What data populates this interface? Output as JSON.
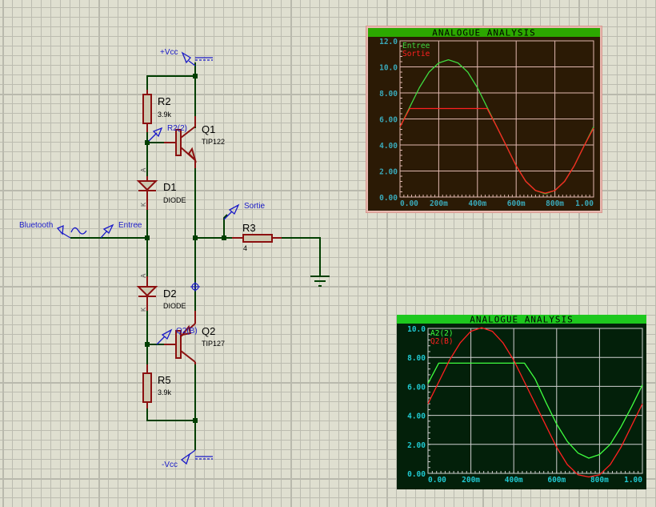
{
  "schematic": {
    "components": [
      {
        "ref": "R2",
        "value": "3.9k",
        "type": "resistor"
      },
      {
        "ref": "Q1",
        "value": "TIP122",
        "type": "npn-transistor",
        "probe": "R2(2)"
      },
      {
        "ref": "D1",
        "value": "DIODE",
        "type": "diode",
        "anode": "A",
        "cathode": "K"
      },
      {
        "ref": "D2",
        "value": "DIODE",
        "type": "diode",
        "anode": "A",
        "cathode": "K"
      },
      {
        "ref": "Q2",
        "value": "TIP127",
        "type": "pnp-transistor",
        "probe": "Q2(B)"
      },
      {
        "ref": "R5",
        "value": "3.9k",
        "type": "resistor"
      },
      {
        "ref": "R3",
        "value": "4",
        "type": "resistor"
      }
    ],
    "terminals": {
      "vcc_pos": "+Vcc",
      "vcc_neg": "-Vcc",
      "source": "Bluetooth"
    },
    "probes": {
      "input": "Entree",
      "output": "Sortie",
      "q1_base": "R2(2)",
      "q2_base": "Q2(B)"
    },
    "pin_labels": {
      "anode": "A",
      "cathode": "K"
    }
  },
  "graphs": [
    {
      "title": "ANALOGUE ANALYSIS",
      "legend": [
        {
          "name": "Entree",
          "color": "#3fd83f"
        },
        {
          "name": "Sortie",
          "color": "#ff2020"
        }
      ],
      "y_ticks": [
        "0.00",
        "2.00",
        "4.00",
        "6.00",
        "8.00",
        "10.0",
        "12.0"
      ],
      "x_ticks": [
        "0.00",
        "200m",
        "400m",
        "600m",
        "800m",
        "1.00"
      ]
    },
    {
      "title": "ANALOGUE ANALYSIS",
      "legend": [
        {
          "name": "A2(2)",
          "color": "#3fff3f"
        },
        {
          "name": "Q2(B)",
          "color": "#ff2020"
        }
      ],
      "y_ticks": [
        "0.00",
        "2.00",
        "4.00",
        "6.00",
        "8.00",
        "10.0"
      ],
      "x_ticks": [
        "0.00",
        "200m",
        "400m",
        "600m",
        "800m",
        "1.00"
      ]
    }
  ],
  "chart_data": [
    {
      "type": "line",
      "title": "ANALOGUE ANALYSIS",
      "xlabel": "",
      "ylabel": "",
      "xlim": [
        0,
        1.0
      ],
      "ylim": [
        0,
        12
      ],
      "grid": true,
      "legend": "top-left",
      "x": [
        0,
        0.05,
        0.1,
        0.15,
        0.2,
        0.25,
        0.3,
        0.35,
        0.4,
        0.45,
        0.5,
        0.55,
        0.6,
        0.65,
        0.7,
        0.75,
        0.8,
        0.85,
        0.9,
        0.95,
        1.0
      ],
      "series": [
        {
          "name": "Entree",
          "color": "#3fd83f",
          "values": [
            5.4,
            6.9,
            8.4,
            9.6,
            10.3,
            10.55,
            10.3,
            9.6,
            8.4,
            6.9,
            5.4,
            3.9,
            2.4,
            1.2,
            0.5,
            0.25,
            0.5,
            1.2,
            2.4,
            3.9,
            5.4
          ]
        },
        {
          "name": "Sortie",
          "color": "#ff2020",
          "values": [
            5.4,
            6.8,
            6.8,
            6.8,
            6.8,
            6.8,
            6.8,
            6.8,
            6.8,
            6.8,
            5.4,
            3.9,
            2.4,
            1.2,
            0.5,
            0.3,
            0.5,
            1.2,
            2.4,
            3.9,
            5.3
          ]
        }
      ]
    },
    {
      "type": "line",
      "title": "ANALOGUE ANALYSIS",
      "xlabel": "",
      "ylabel": "",
      "xlim": [
        0,
        1.0
      ],
      "ylim": [
        0,
        10
      ],
      "grid": true,
      "legend": "top-left",
      "x": [
        0,
        0.05,
        0.1,
        0.15,
        0.2,
        0.25,
        0.3,
        0.35,
        0.4,
        0.45,
        0.5,
        0.55,
        0.6,
        0.65,
        0.7,
        0.75,
        0.8,
        0.85,
        0.9,
        0.95,
        1.0
      ],
      "series": [
        {
          "name": "A2(2)",
          "color": "#3fff3f",
          "values": [
            6.2,
            7.6,
            7.6,
            7.6,
            7.6,
            7.6,
            7.6,
            7.6,
            7.6,
            7.6,
            6.5,
            4.9,
            3.4,
            2.2,
            1.4,
            1.05,
            1.3,
            2.0,
            3.2,
            4.6,
            6.1
          ]
        },
        {
          "name": "Q2(B)",
          "color": "#ff2020",
          "values": [
            4.8,
            6.3,
            7.8,
            9.0,
            9.8,
            10.05,
            9.8,
            9.0,
            7.8,
            6.3,
            4.8,
            3.3,
            1.8,
            0.6,
            -0.1,
            -0.25,
            -0.1,
            0.6,
            1.8,
            3.3,
            4.8
          ]
        }
      ]
    }
  ]
}
